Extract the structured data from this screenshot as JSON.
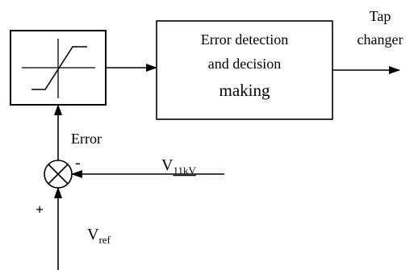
{
  "blocks": {
    "decision": {
      "line1": "Error detection",
      "line2": "and decision",
      "line3": "making"
    },
    "limiter": {
      "icon": "saturation-limiter-icon"
    }
  },
  "outputs": {
    "tap_changer_line1": "Tap",
    "tap_changer_line2": "changer"
  },
  "signals": {
    "error": "Error",
    "v11_main": "V",
    "v11_sub": "11kV",
    "vref_main": "V",
    "vref_sub": "ref"
  },
  "summing": {
    "minus": "-",
    "plus": "+",
    "icon": "summing-junction-icon"
  }
}
